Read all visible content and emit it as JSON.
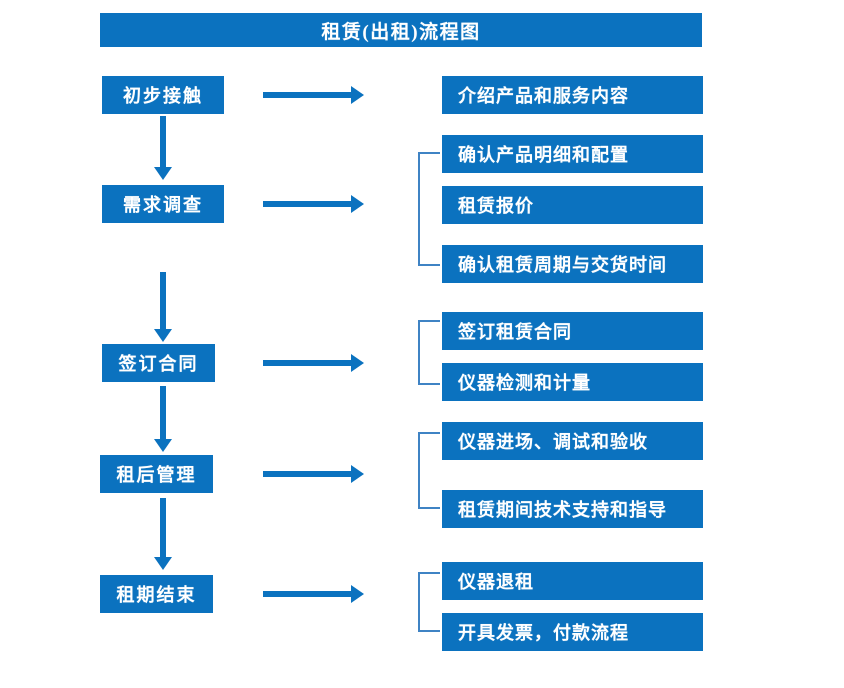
{
  "diagram": {
    "title": "租赁(出租)流程图",
    "accent_color": "#0b72bf",
    "bracket_color": "#3f83c4",
    "text_color": "#ffffff",
    "background_color": "#ffffff",
    "stages": [
      {
        "label": "初步接触"
      },
      {
        "label": "需求调查"
      },
      {
        "label": "签订合同"
      },
      {
        "label": "租后管理"
      },
      {
        "label": "租期结束"
      }
    ],
    "details": [
      {
        "label": "介绍产品和服务内容"
      },
      {
        "label": "确认产品明细和配置"
      },
      {
        "label": "租赁报价"
      },
      {
        "label": "确认租赁周期与交货时间"
      },
      {
        "label": "签订租赁合同"
      },
      {
        "label": "仪器检测和计量"
      },
      {
        "label": "仪器进场、调试和验收"
      },
      {
        "label": "租赁期间技术支持和指导"
      },
      {
        "label": "仪器退租"
      },
      {
        "label": "开具发票，付款流程"
      }
    ],
    "connectors": {
      "stage_to_detail_arrows": 5,
      "stage_sequence_arrows": 4,
      "group_brackets": 4
    }
  }
}
